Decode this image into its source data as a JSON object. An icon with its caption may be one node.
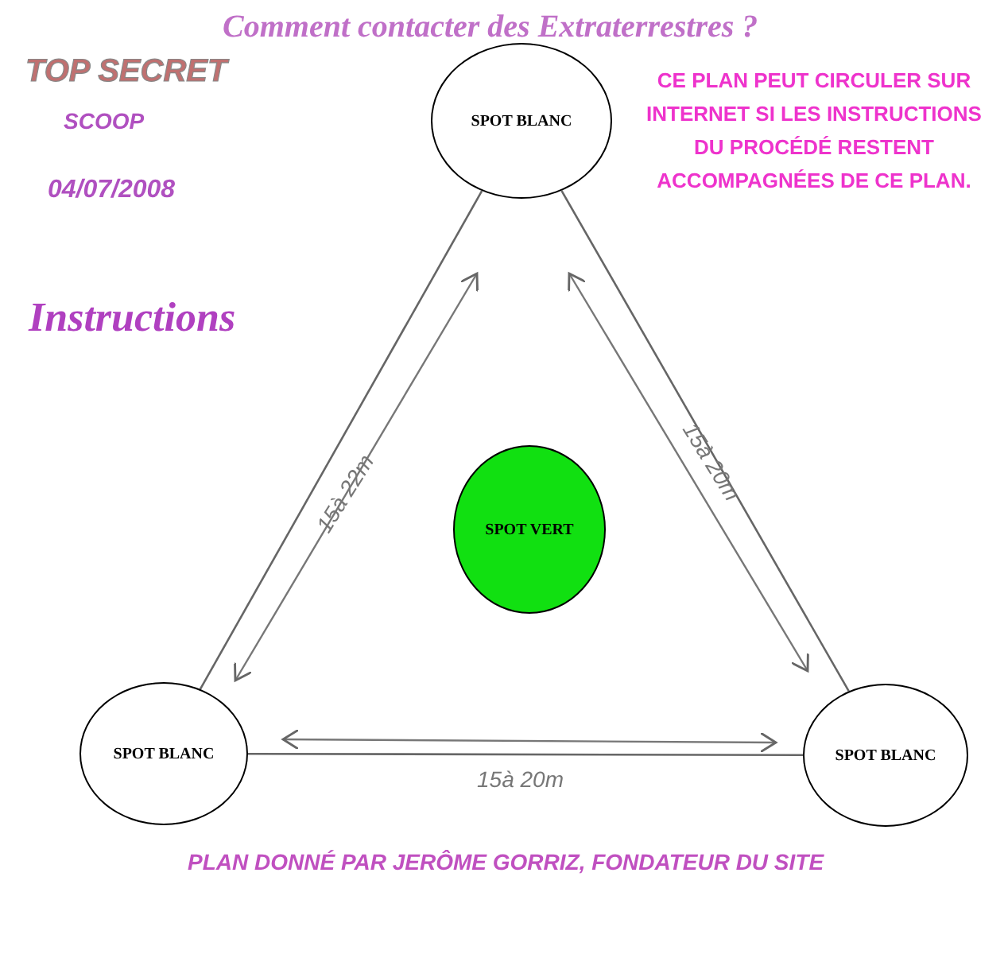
{
  "diagram": {
    "title": "Comment contacter des Extraterrestres ?",
    "nodes": [
      {
        "text": [
          "SPOT BLANC"
        ]
      },
      {
        "text": [
          "SPOT VERT"
        ]
      },
      {
        "text": [
          "SPOT BLANC"
        ]
      },
      {
        "text": [
          "SPOT BLANC"
        ]
      }
    ],
    "edges": [
      {
        "from": 0,
        "to": 2,
        "arrow": "none"
      },
      {
        "from": 0,
        "to": 3,
        "arrow": "none"
      },
      {
        "from": 2,
        "to": 3,
        "arrow": "none"
      }
    ],
    "labels": [
      "TOP SECRET",
      "CE PLAN PEUT CIRCULER SUR INTERNET SI LES INSTRUCTIONS DU PROCÉDÉ RESTENT ACCOMPAGNÉES DE CE PLAN.",
      "SCOOP",
      "04/07/2008",
      "Instructions",
      "15à 22m",
      "15à 20m",
      "15à 20m",
      "PLAN DONNÉ PAR JERÔME GORRIZ, FONDATEUR DU SITE"
    ]
  }
}
